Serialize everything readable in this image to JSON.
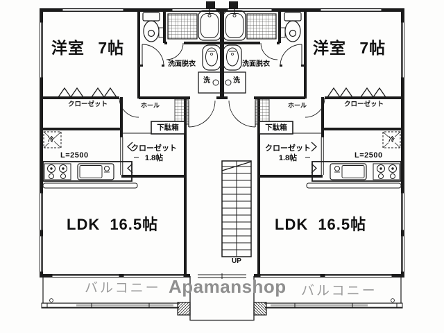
{
  "watermark": "Apamanshop",
  "stairs": {
    "up": "UP"
  },
  "units": {
    "left": {
      "bedroom": "洋室 7帖",
      "washroom": "洗面脱衣",
      "washer": "洗",
      "closet": "クローゼット",
      "hall": "ホール",
      "shoe_cabinet": "下駄箱",
      "walkin_name": "クローゼット",
      "walkin_size": "1.8帖",
      "fridge": "冷",
      "counter_length": "L=2500",
      "ldk": "LDK 16.5帖",
      "balcony": "バルコニー"
    },
    "right": {
      "bedroom": "洋室 7帖",
      "washroom": "洗面脱衣",
      "washer": "洗",
      "closet": "クローゼット",
      "hall": "ホール",
      "shoe_cabinet": "下駄箱",
      "walkin_name": "クローゼット",
      "walkin_size": "1.8帖",
      "fridge": "冷",
      "counter_length": "L=2500",
      "ldk": "LDK 16.5帖",
      "balcony": "バルコニー"
    }
  },
  "colors": {
    "line": "#1b1b1b",
    "gray_label": "#9b9b9b",
    "watermark": "#8f8f8f"
  }
}
